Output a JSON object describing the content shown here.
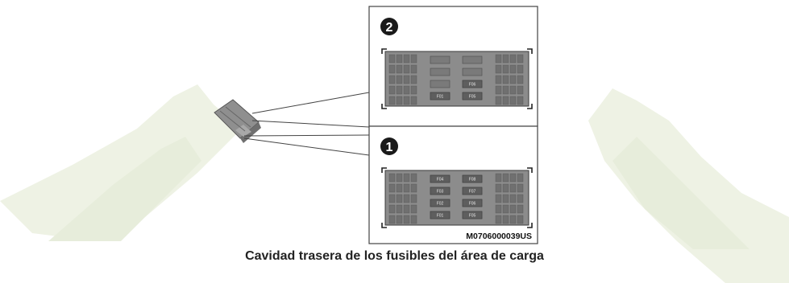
{
  "diagram": {
    "callouts": [
      {
        "number": "2",
        "fuses": [
          "F06",
          "F01",
          "F05"
        ]
      },
      {
        "number": "1",
        "fuses": [
          "F04",
          "F08",
          "F03",
          "F07",
          "F02",
          "F06",
          "F01",
          "F05"
        ]
      }
    ],
    "image_code": "M0706000039US",
    "caption": "Cavidad trasera de los fusibles del área de carga"
  },
  "colors": {
    "watermark": "#eef2e4",
    "panel_bg": "#8c8c8c",
    "frame": "#3a3a3a"
  }
}
